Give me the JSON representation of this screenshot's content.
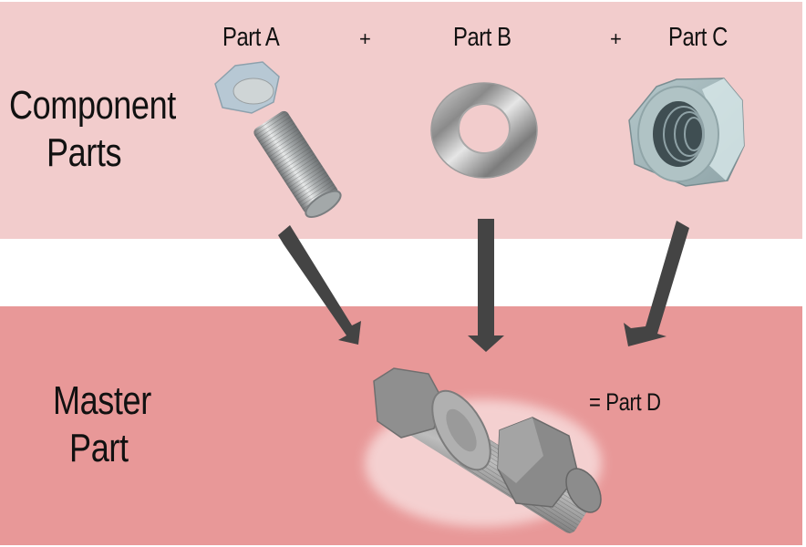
{
  "colors": {
    "component_band": "#f2cccc",
    "master_band": "#e89898",
    "gap": "#ffffff",
    "arrow": "#444444",
    "text": "#111111"
  },
  "component_section": {
    "title_line1": "Component",
    "title_line2": "Parts",
    "parts": [
      {
        "label": "Part A",
        "image": "hex-bolt-icon"
      },
      {
        "label": "Part B",
        "image": "flat-washer-icon"
      },
      {
        "label": "Part C",
        "image": "hex-nut-icon"
      }
    ],
    "operators": [
      "+",
      "+"
    ]
  },
  "master_section": {
    "title_line1": "Master",
    "title_line2": "Part",
    "result_label": "= Part D",
    "image": "assembled-bolt-washer-nut-icon"
  },
  "arrows": [
    {
      "from": "Part A",
      "to": "Part D"
    },
    {
      "from": "Part B",
      "to": "Part D"
    },
    {
      "from": "Part C",
      "to": "Part D"
    }
  ]
}
